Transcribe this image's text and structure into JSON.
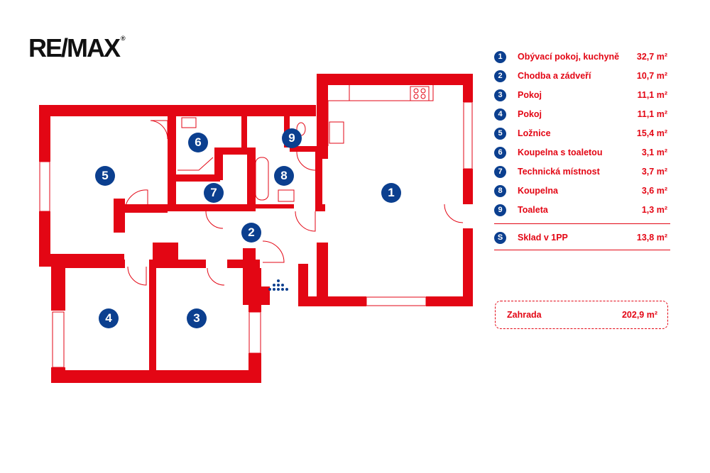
{
  "logo": {
    "text": "RE/MAX",
    "mark": "®"
  },
  "rooms": [
    {
      "id": "1",
      "name": "Obývací pokoj, kuchyně",
      "area": "32,7 m²"
    },
    {
      "id": "2",
      "name": "Chodba a zádveří",
      "area": "10,7 m²"
    },
    {
      "id": "3",
      "name": "Pokoj",
      "area": "11,1 m²"
    },
    {
      "id": "4",
      "name": "Pokoj",
      "area": "11,1 m²"
    },
    {
      "id": "5",
      "name": "Ložnice",
      "area": "15,4 m²"
    },
    {
      "id": "6",
      "name": "Koupelna s toaletou",
      "area": "3,1 m²"
    },
    {
      "id": "7",
      "name": "Technická místnost",
      "area": "3,7 m²"
    },
    {
      "id": "8",
      "name": "Koupelna",
      "area": "3,6 m²"
    },
    {
      "id": "9",
      "name": "Toaleta",
      "area": "1,3 m²"
    }
  ],
  "storage": {
    "id": "S",
    "name": "Sklad v 1PP",
    "area": "13,8 m²"
  },
  "garden": {
    "name": "Zahrada",
    "area": "202,9 m²"
  },
  "colors": {
    "wall": "#e30614",
    "badge": "#0b3f8f",
    "text": "#e30614"
  }
}
